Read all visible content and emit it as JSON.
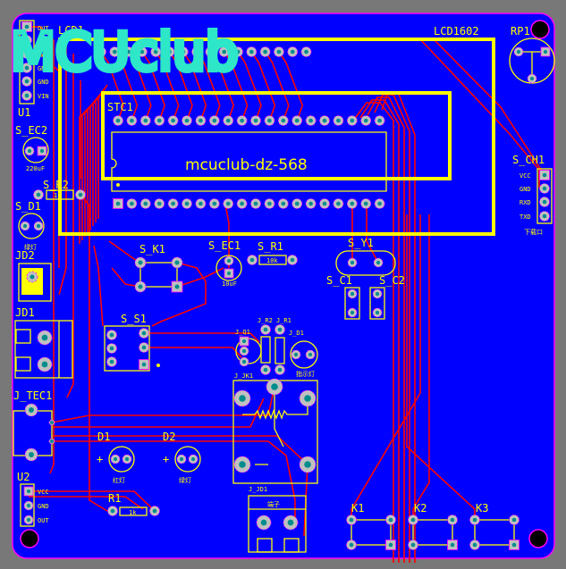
{
  "board": {
    "logo": "MCUclub",
    "colors": {
      "board": "#0000ff",
      "trace": "#ff0000",
      "silk": "#ffff00",
      "pad": "#c0c0c0",
      "drill": "#008c8c",
      "logo": "#2ee6c8",
      "outline": "#ff00ff"
    }
  },
  "components": {
    "lcd": {
      "ref": "LCD1",
      "name": "LCD1602"
    },
    "mcu": {
      "ref": "STC1",
      "chip_text": "mcuclub-dz-568"
    },
    "u1": {
      "ref": "U1",
      "pins": [
        "OUT",
        "VCC",
        "BAT",
        "GND",
        "GND",
        "VIN"
      ]
    },
    "s_ec2": {
      "ref": "S_EC2",
      "value": "220uF"
    },
    "s_r2": {
      "ref": "S_R2",
      "value": "1k"
    },
    "s_d1": {
      "ref": "S_D1",
      "value": "绿灯"
    },
    "jd2": {
      "ref": "JD2"
    },
    "jd1": {
      "ref": "JD1"
    },
    "s_k1": {
      "ref": "S_K1"
    },
    "s_ec1": {
      "ref": "S_EC1",
      "value": "10uF"
    },
    "s_r1": {
      "ref": "S_R1",
      "value": "10k"
    },
    "s_y1": {
      "ref": "S_Y1"
    },
    "s_c1": {
      "ref": "S_C1"
    },
    "s_c2": {
      "ref": "S_C2"
    },
    "s_ch1": {
      "ref": "S_CH1",
      "pins": [
        "VCC",
        "GND",
        "RXD",
        "TXD"
      ],
      "note": "下载口"
    },
    "rp1": {
      "ref": "RP1"
    },
    "s_s1": {
      "ref": "S_S1"
    },
    "j_q1": {
      "ref": "J_Q1"
    },
    "j_r2": {
      "ref": "J_R2"
    },
    "j_r1": {
      "ref": "J_R1"
    },
    "j_d1": {
      "ref": "J_D1",
      "value": "指示灯"
    },
    "j_jk1": {
      "ref": "J_JK1"
    },
    "j_tec1": {
      "ref": "J_TEC1"
    },
    "d1": {
      "ref": "D1",
      "value": "红灯",
      "polarity": "+"
    },
    "d2": {
      "ref": "D2",
      "value": "绿灯",
      "polarity": "+"
    },
    "u2": {
      "ref": "U2",
      "pins": [
        "VCC",
        "GND",
        "OUT"
      ]
    },
    "r1": {
      "ref": "R1",
      "value": "1k"
    },
    "j_jd1": {
      "ref": "J_JD1",
      "value": "端子"
    },
    "k1": {
      "ref": "K1"
    },
    "k2": {
      "ref": "K2"
    },
    "k3": {
      "ref": "K3"
    }
  }
}
